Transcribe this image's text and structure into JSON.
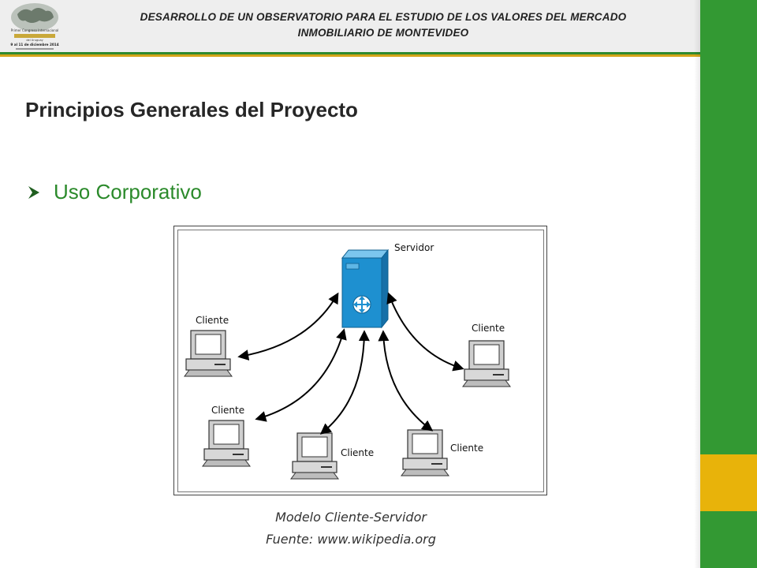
{
  "header": {
    "title_line1": "DESARROLLO DE UN OBSERVATORIO PARA EL ESTUDIO DE LOS VALORES DEL MERCADO",
    "title_line2": "INMOBILIARIO DE MONTEVIDEO",
    "logo_date": "9 al 11 de diciembre 2014",
    "logo_subtitle": "del Uruguay"
  },
  "slide": {
    "title": "Principios Generales del Proyecto",
    "bullet": "Uso Corporativo"
  },
  "diagram": {
    "server_label": "Servidor",
    "client_label": "Cliente"
  },
  "caption": {
    "line1": "Modelo Cliente-Servidor",
    "line2": "Fuente: www.wikipedia.org"
  },
  "colors": {
    "green": "#339933",
    "gold": "#e8b30a",
    "bullet_green": "#2b8a2b",
    "server_blue": "#1e90d0"
  }
}
